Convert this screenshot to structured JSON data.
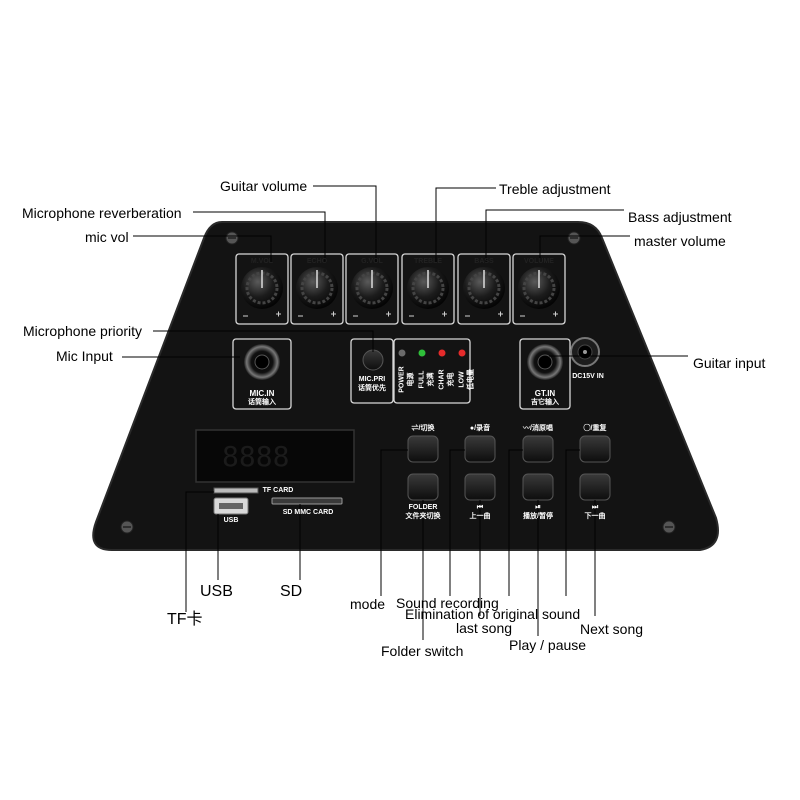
{
  "labels": {
    "guitar_volume": "Guitar volume",
    "mic_reverb": "Microphone reverberation",
    "mic_vol": "mic vol",
    "treble": "Treble adjustment",
    "bass": "Bass adjustment",
    "master": "master volume",
    "mic_priority": "Microphone priority",
    "mic_input": "Mic Input",
    "guitar_input": "Guitar input",
    "usb": "USB",
    "sd": "SD",
    "tf": "TF卡",
    "mode": "mode",
    "sound_recording": "Sound recording",
    "elimination": "Elimination of original sound",
    "last_song": "last song",
    "next_song": "Next song",
    "folder_switch": "Folder switch",
    "play_pause": "Play / pause"
  },
  "panel": {
    "mic_in": "MIC.IN",
    "mic_in_cn": "话筒输入",
    "mic_pri": "MIC.PRI",
    "mic_pri_cn": "话筒优先",
    "gt_in": "GT.IN",
    "gt_in_cn": "吉它输入",
    "dc": "DC15V IN",
    "tf_card": "TF CARD",
    "sd_mmc": "SD MMC CARD",
    "usb": "USB",
    "indicators": [
      "POWER",
      "FULL",
      "CHAR",
      "LOW"
    ],
    "indicators_cn": [
      "电源",
      "充满",
      "充电",
      "低电量"
    ],
    "indicator_colors": [
      "#6b6b6b",
      "#2fbf3a",
      "#e52b2b",
      "#e52b2b"
    ],
    "btn_mode": "⇌/切换",
    "btn_rec": "●/录音",
    "btn_elim": "〰/消原唱",
    "btn_repeat": "◯/重复",
    "btn_folder": "FOLDER",
    "btn_folder_cn": "文件夹切换",
    "btn_prev": "⏮",
    "btn_prev_cn": "上一曲",
    "btn_play": "⏯",
    "btn_play_cn": "播放/暂停",
    "btn_next": "⏭",
    "btn_next_cn": "下一曲",
    "knob_labels": [
      "M.VOL",
      "ECHO",
      "G.VOL",
      "TREBLE",
      "BASS",
      "VOLUME"
    ]
  }
}
